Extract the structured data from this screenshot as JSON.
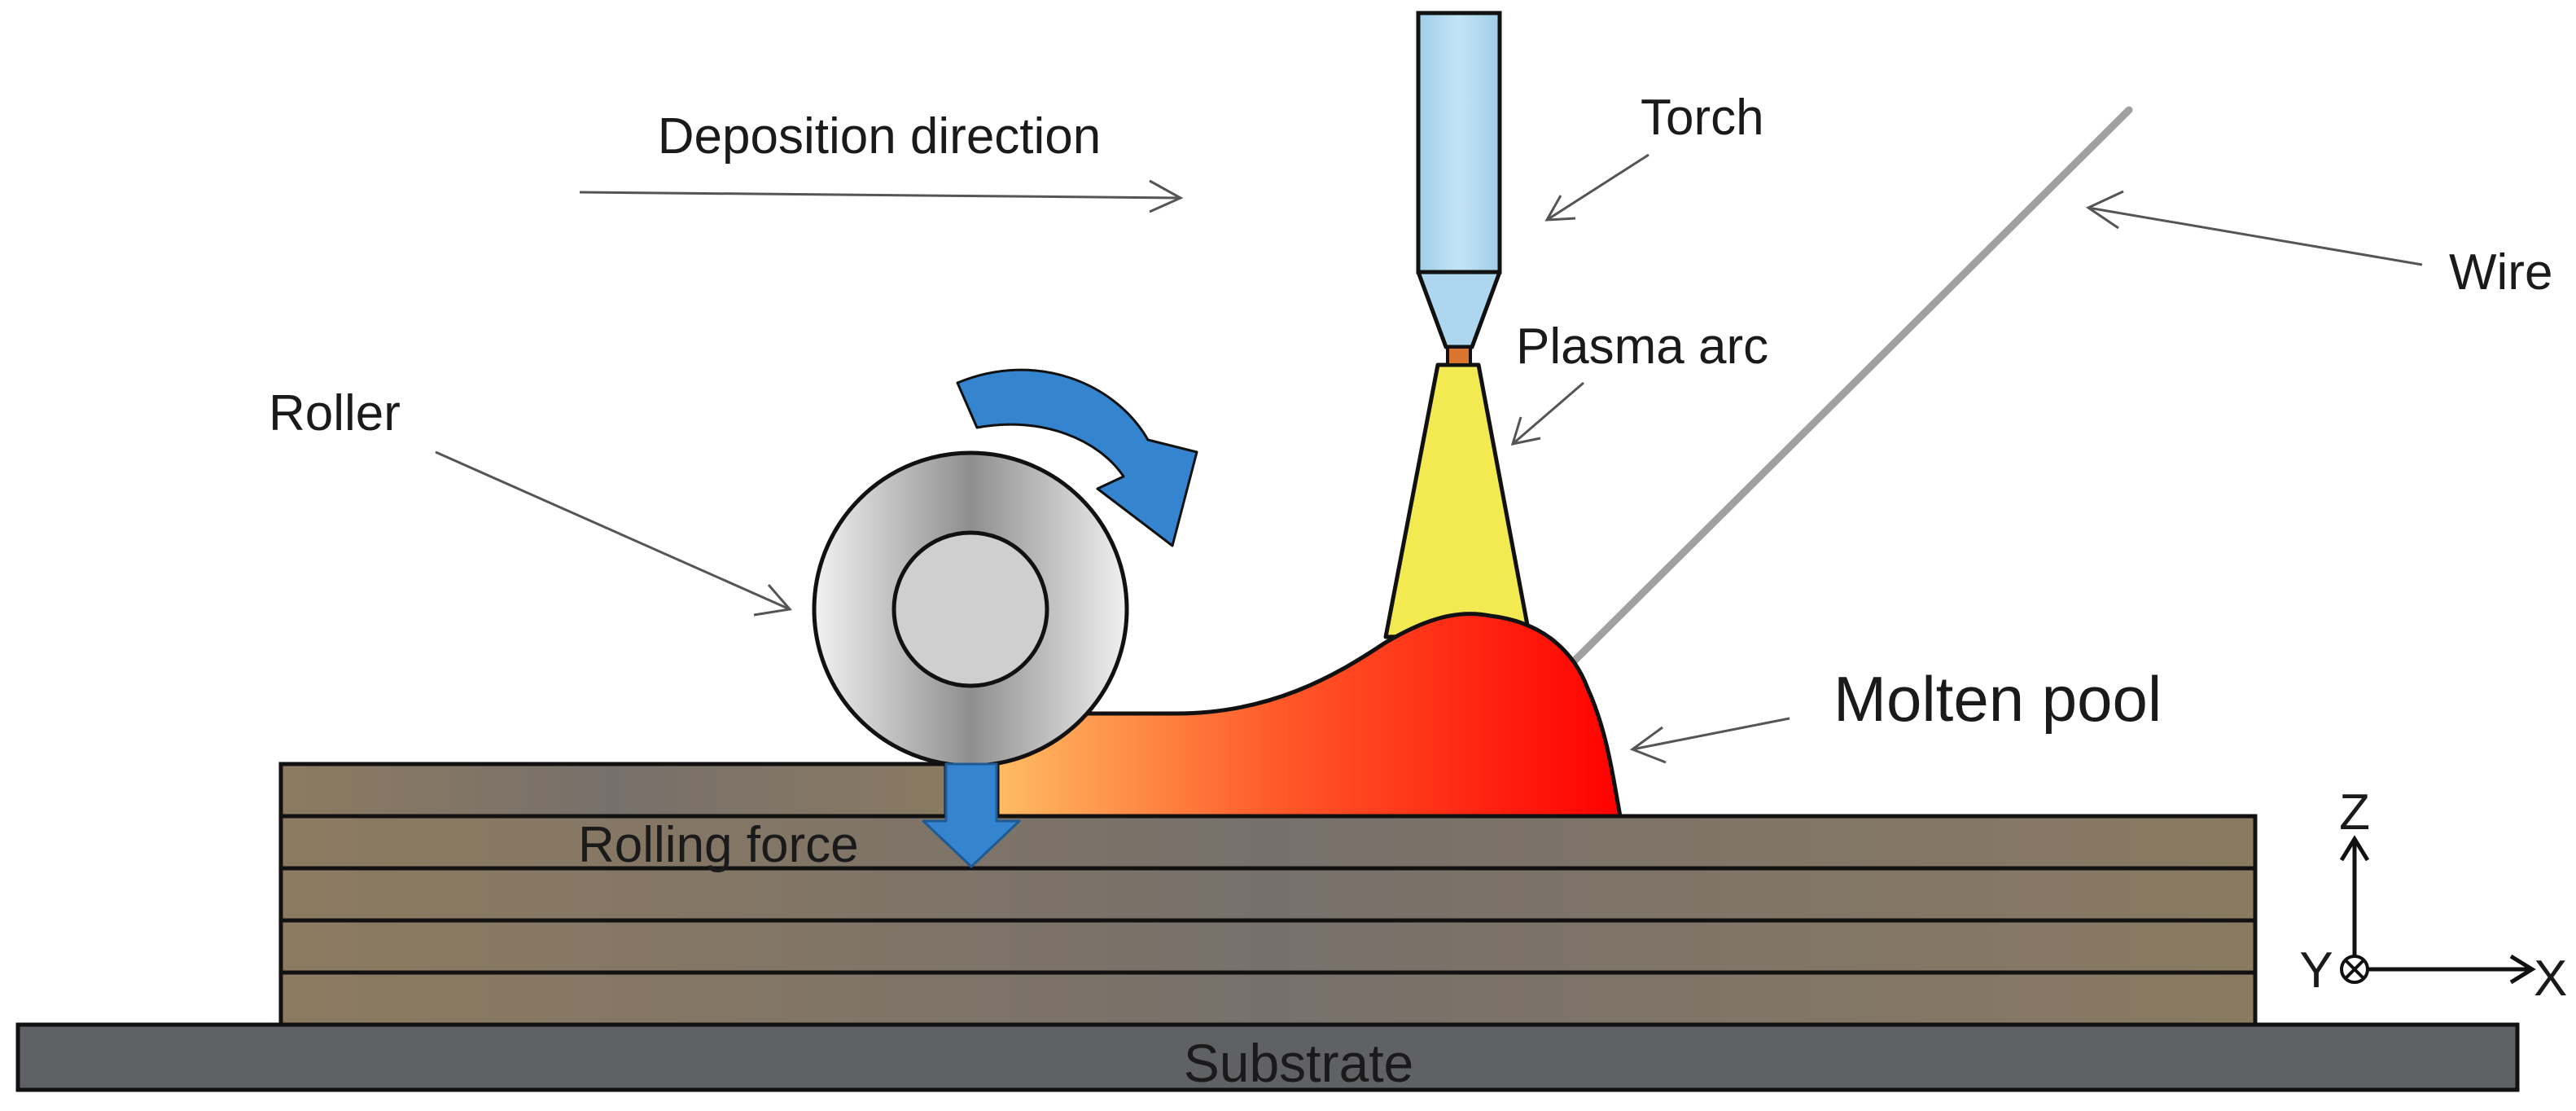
{
  "labels": {
    "deposition_direction": "Deposition direction",
    "torch": "Torch",
    "wire": "Wire",
    "plasma_arc": "Plasma arc",
    "roller": "Roller",
    "molten_pool": "Molten pool",
    "rolling_force": "Rolling force",
    "substrate": "Substrate"
  },
  "axes": {
    "z": "Z",
    "y": "Y",
    "x": "X"
  },
  "colors": {
    "layers": "#7e7263",
    "substrate": "#5f6063",
    "torch": "#aed7ef",
    "arc": "#f3ea52",
    "pool_start": "#ffb45e",
    "pool_end": "#ff0000",
    "blue_arrow": "#3584d0",
    "wire": "#a0a0a0"
  }
}
